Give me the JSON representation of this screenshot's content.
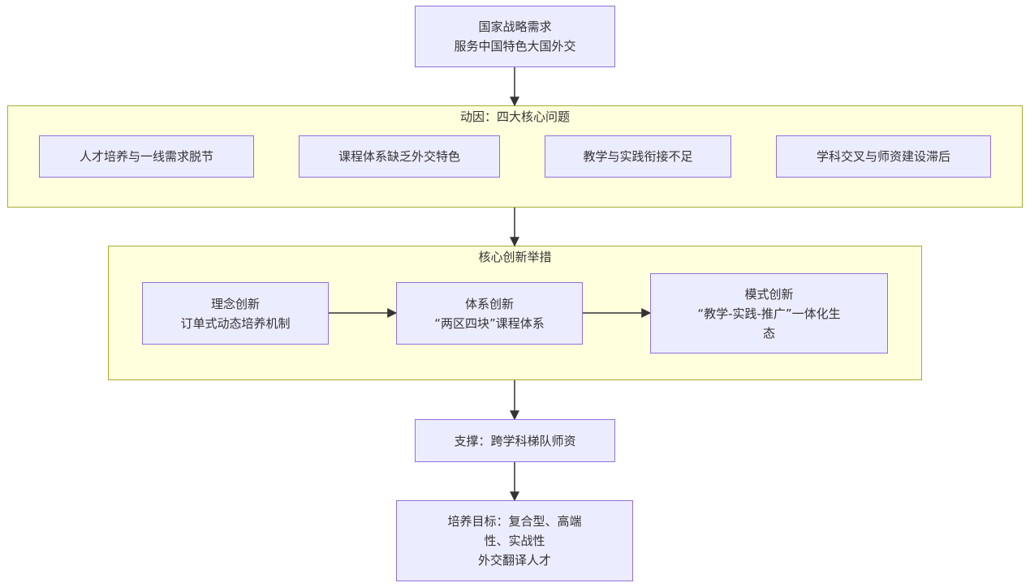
{
  "nodes": {
    "top": [
      "国家战略需求",
      "服务中国特色大国外交"
    ],
    "p1": "人才培养与一线需求脱节",
    "p2": "课程体系缺乏外交特色",
    "p3": "教学与实践衔接不足",
    "p4": "学科交叉与师资建设滞后",
    "m1": [
      "理念创新",
      "订单式动态培养机制"
    ],
    "m2": [
      "体系创新",
      "“两区四块”课程体系"
    ],
    "m3": [
      "模式创新",
      "“教学-实践-推广”一体化生",
      "态"
    ],
    "support": "支撑：跨学科梯队师资",
    "goal": [
      "培养目标：复合型、高端",
      "性、实战性",
      "外交翻译人才"
    ]
  },
  "groups": {
    "motivation": "动因：四大核心问题",
    "measures": "核心创新举措"
  }
}
